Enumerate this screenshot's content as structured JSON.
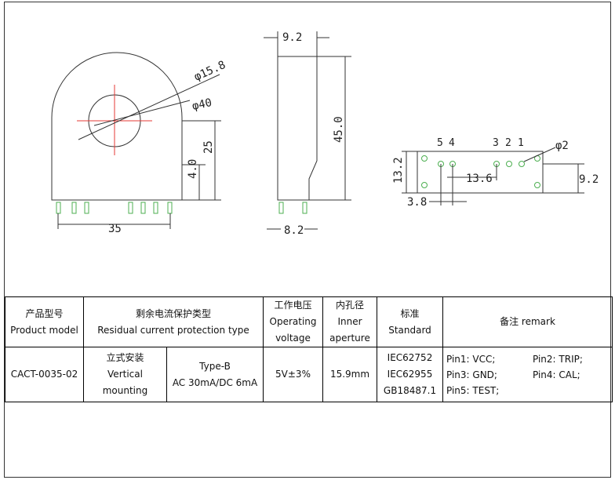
{
  "drawing": {
    "front_view": {
      "outer_dia": "φ15.8",
      "inner_dia": "φ40",
      "height_25": "25",
      "height_4": "4.0",
      "width": "35"
    },
    "side_view": {
      "thickness": "9.2",
      "height": "45.0",
      "pin_span": "8.2"
    },
    "pin_view": {
      "pin_labels": [
        "5",
        "4",
        "3",
        "2",
        "1"
      ],
      "pin_dia": "φ2",
      "height": "13.2",
      "pin_spacing": "13.6",
      "offset": "3.8",
      "right_height": "9.2"
    }
  },
  "table": {
    "headers": {
      "model_cn": "产品型号",
      "model_en": "Product model",
      "type_cn": "剩余电流保护类型",
      "type_en": "Residual current protection type",
      "voltage_cn": "工作电压",
      "voltage_en_1": "Operating",
      "voltage_en_2": "voltage",
      "aperture_cn": "内孔径",
      "aperture_en_1": "Inner",
      "aperture_en_2": "aperture",
      "standard_cn": "标准",
      "standard_en": "Standard",
      "remark": "备注 remark"
    },
    "row": {
      "model": "CACT-0035-02",
      "mount_cn": "立式安装",
      "mount_en_1": "Vertical",
      "mount_en_2": "mounting",
      "type_1": "Type-B",
      "type_2": "AC 30mA/DC 6mA",
      "voltage": "5V±3%",
      "aperture": "15.9mm",
      "standards": [
        "IEC62752",
        "IEC62955",
        "GB18487.1"
      ],
      "remarks": [
        [
          "Pin1: VCC;",
          "Pin2: TRIP;"
        ],
        [
          "Pin3: GND;",
          "Pin4: CAL;"
        ],
        [
          "Pin5: TEST;",
          ""
        ]
      ]
    }
  }
}
